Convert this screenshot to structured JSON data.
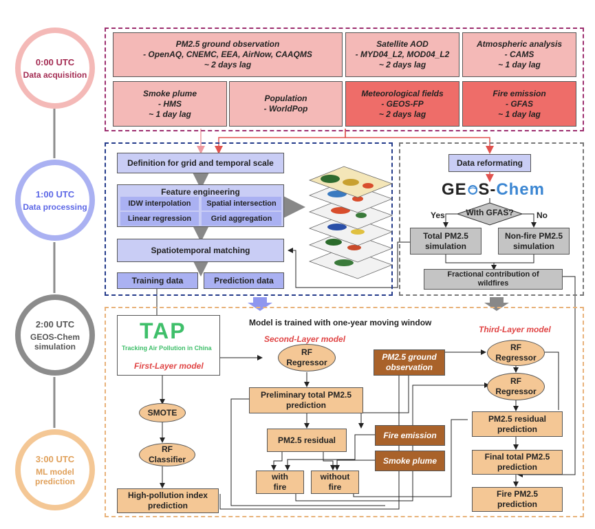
{
  "timeline": {
    "c1_time": "0:00 UTC",
    "c1_label": "Data acquisition",
    "c2_time": "1:00 UTC",
    "c2_label": "Data processing",
    "c3_time": "2:00 UTC",
    "c3_label1": "GEOS-Chem",
    "c3_label2": "simulation",
    "c4_time": "3:00 UTC",
    "c4_label1": "ML model",
    "c4_label2": "prediction"
  },
  "acquisition": {
    "pm_title": "PM2.5 ground observation",
    "pm_sources": "- OpenAQ, CNEMC, EEA, AirNow, CAAQMS",
    "pm_lag": "~ 2 days lag",
    "aod_title": "Satellite AOD",
    "aod_sources": "- MYD04_L2, MOD04_L2",
    "aod_lag": "~ 2 days lag",
    "atm_title": "Atmospheric analysis",
    "atm_sources": "- CAMS",
    "atm_lag": "~ 1 day lag",
    "smoke_title": "Smoke plume",
    "smoke_sources": "- HMS",
    "smoke_lag": "~ 1 day lag",
    "pop_title": "Population",
    "pop_sources": "- WorldPop",
    "met_title": "Meteorological fields",
    "met_sources": "- GEOS-FP",
    "met_lag": "~ 2 days lag",
    "fire_title": "Fire emission",
    "fire_sources": "- GFAS",
    "fire_lag": "~ 1 day lag"
  },
  "processing": {
    "grid_def": "Definition for grid and temporal scale",
    "feature_eng": "Feature engineering",
    "idw": "IDW interpolation",
    "spatial_int": "Spatial intersection",
    "lin_reg": "Linear regression",
    "grid_agg": "Grid aggregation",
    "st_match": "Spatiotemporal matching",
    "training": "Training data",
    "prediction": "Prediction data"
  },
  "geoschem": {
    "reformat": "Data reformating",
    "logo_a": "GE",
    "logo_b": "S-",
    "logo_c": "Chem",
    "question": "WIth GFAS?",
    "yes": "Yes",
    "no": "No",
    "total_l1": "Total PM2.5",
    "total_l2": "simulation",
    "nonfire_l1": "Non-fire PM2.5",
    "nonfire_l2": "simulation",
    "frac_l1": "Fractional contribution of",
    "frac_l2": "wildfires"
  },
  "ml": {
    "moving_window": "Model is trained with one-year moving window",
    "tap_logo": "TAP",
    "tap_sub": "Tracking Air Pollution in China",
    "first_layer": "First-Layer model",
    "second_layer": "Second-Layer model",
    "third_layer": "Third-Layer model",
    "smote": "SMOTE",
    "rf_class_l1": "RF",
    "rf_class_l2": "Classifier",
    "hpi_l1": "High-pollution index",
    "hpi_l2": "prediction",
    "rf_reg_l1": "RF",
    "rf_reg_l2": "Regressor",
    "prelim_l1": "Preliminary total PM2.5",
    "prelim_l2": "prediction",
    "residual": "PM2.5  residual",
    "with_l1": "with",
    "with_l2": "fire",
    "without_l1": "without",
    "without_l2": "fire",
    "pm_obs_l1": "PM2.5  ground",
    "pm_obs_l2": "observation",
    "fire_emission": "Fire emission",
    "smoke_plume": "Smoke plume",
    "resid_pred_l1": "PM2.5 residual",
    "resid_pred_l2": "prediction",
    "final_l1": "Final total PM2.5",
    "final_l2": "prediction",
    "firepm_l1": "Fire PM2.5",
    "firepm_l2": "prediction"
  }
}
